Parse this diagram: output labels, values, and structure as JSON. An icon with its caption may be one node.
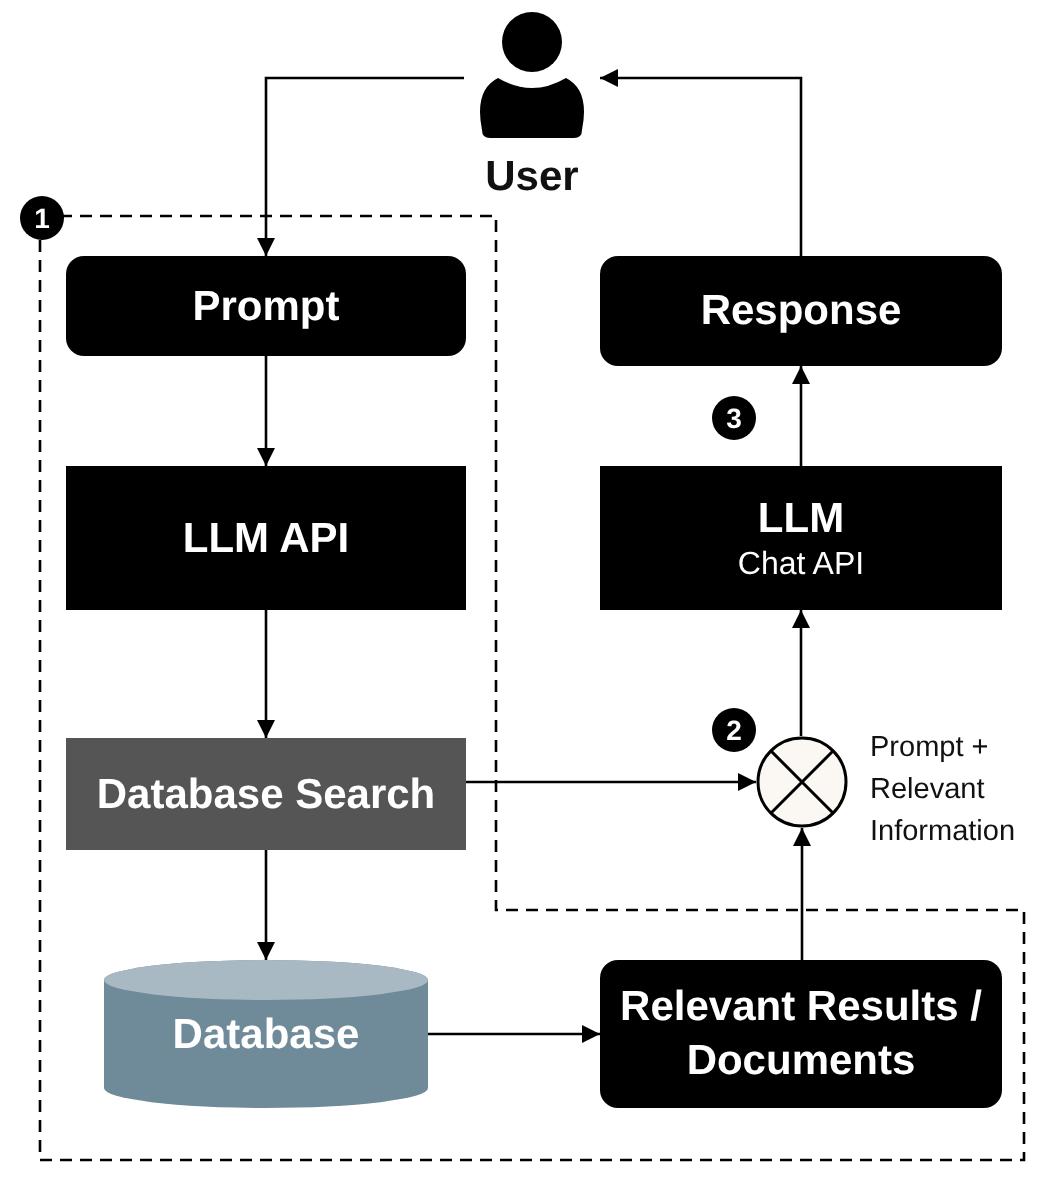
{
  "diagram": {
    "nodes": [
      {
        "text": [
          "User"
        ]
      },
      {
        "text": [
          "Prompt"
        ]
      },
      {
        "text": [
          "LLM API"
        ]
      },
      {
        "text": [
          "Database Search"
        ]
      },
      {
        "text": [
          "Database"
        ]
      },
      {
        "text": [
          "Relevant Results / Documents"
        ]
      },
      {
        "text": [],
        "shape": "circle",
        "beside": [
          "Prompt + Relevant Information"
        ]
      },
      {
        "text": [
          "LLM",
          "Chat API"
        ]
      },
      {
        "text": [
          "Response"
        ]
      }
    ],
    "edges": [
      {
        "from": 0,
        "to": 1,
        "arrow": "to"
      },
      {
        "from": 1,
        "to": 2,
        "arrow": "to"
      },
      {
        "from": 2,
        "to": 3,
        "arrow": "to"
      },
      {
        "from": 3,
        "to": 4,
        "arrow": "to"
      },
      {
        "from": 4,
        "to": 5,
        "arrow": "to"
      },
      {
        "from": 3,
        "to": 6,
        "arrow": "to"
      },
      {
        "from": 5,
        "to": 6,
        "arrow": "to"
      },
      {
        "from": 6,
        "to": 7,
        "arrow": "to"
      },
      {
        "from": 7,
        "to": 8,
        "arrow": "to"
      },
      {
        "from": 8,
        "to": 0,
        "arrow": "to"
      }
    ],
    "labels": [
      "1",
      "3",
      "2"
    ]
  }
}
